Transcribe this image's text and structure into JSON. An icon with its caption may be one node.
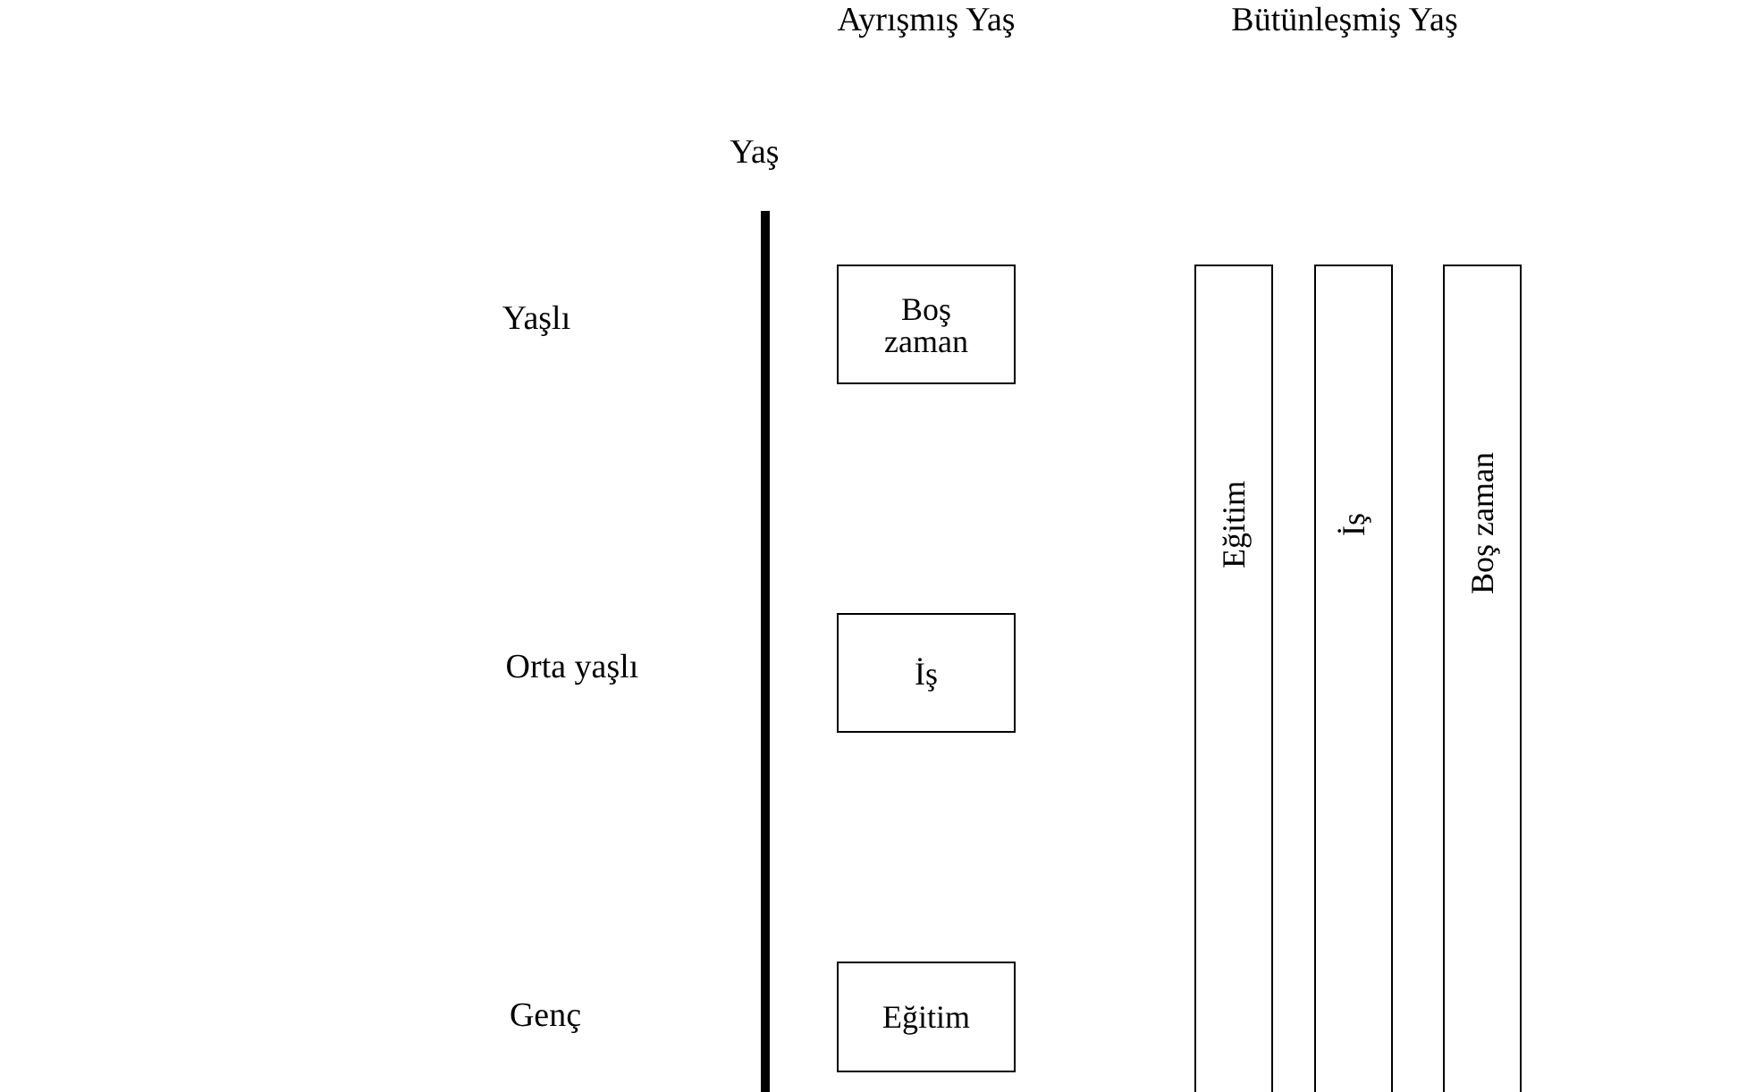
{
  "diagram": {
    "nodes": [
      {
        "text": [
          "Boş zaman"
        ]
      },
      {
        "text": [
          "İş"
        ]
      },
      {
        "text": [
          "Eğitim"
        ]
      },
      {
        "text": [
          "Eğitim"
        ]
      },
      {
        "text": [
          "İş"
        ]
      },
      {
        "text": [
          "Boş zaman"
        ]
      }
    ],
    "labels": [
      "Ayrışmış Yaş",
      "Bütünleşmiş Yaş",
      "Yaş",
      "Yaşlı",
      "Orta yaşlı",
      "Genç"
    ]
  }
}
